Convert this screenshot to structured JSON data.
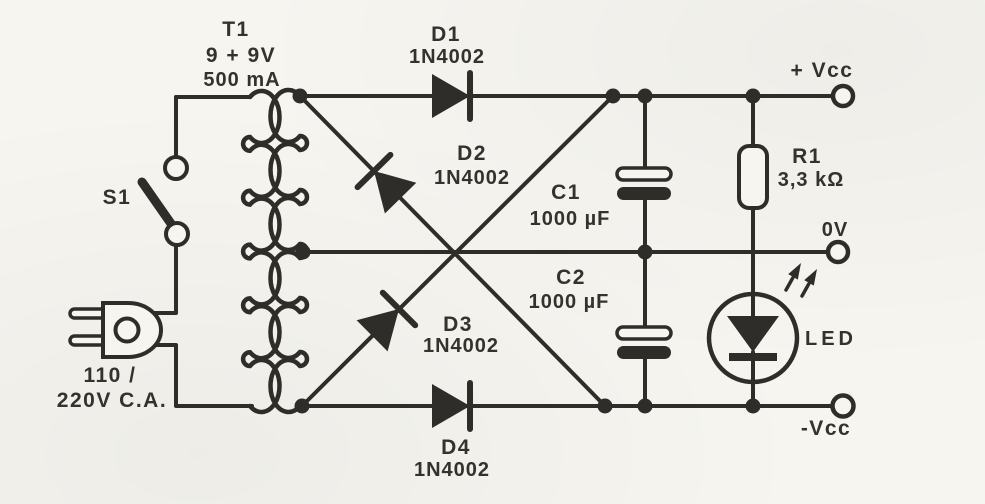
{
  "document": {
    "type": "electronic schematic",
    "description": "Symmetric dual power supply circuit diagram (scanned hand-drawn)"
  },
  "colors": {
    "ink": "#2f2d2a",
    "paper": "#f6f5f0"
  },
  "transformer": {
    "ref": "T1",
    "secondary_voltage": "9 + 9V",
    "current": "500 mA"
  },
  "switch": {
    "ref": "S1"
  },
  "mains": {
    "line1": "110 /",
    "line2": "220V C.A."
  },
  "diodes": {
    "d1": {
      "ref": "D1",
      "part": "1N4002"
    },
    "d2": {
      "ref": "D2",
      "part": "1N4002"
    },
    "d3": {
      "ref": "D3",
      "part": "1N4002"
    },
    "d4": {
      "ref": "D4",
      "part": "1N4002"
    }
  },
  "capacitors": {
    "c1": {
      "ref": "C1",
      "value": "1000 µF"
    },
    "c2": {
      "ref": "C2",
      "value": "1000 µF"
    }
  },
  "resistor": {
    "ref": "R1",
    "value": "3,3 kΩ"
  },
  "led": {
    "label": "LED"
  },
  "terminals": {
    "positive": "+ Vcc",
    "zero": "0V",
    "negative": "-Vcc"
  }
}
